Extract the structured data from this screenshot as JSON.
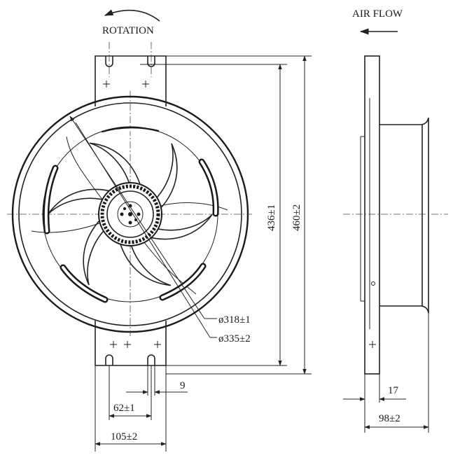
{
  "labels": {
    "rotation": "ROTATION",
    "air_flow": "AIR FLOW"
  },
  "dimensions": {
    "height_inner": "436±1",
    "height_outer": "460±2",
    "dia_inner": "ø318±1",
    "dia_outer": "ø335±2",
    "slot_width": "9",
    "hole_spacing": "62±1",
    "bracket_width": "105±2",
    "flange_thickness": "17",
    "depth": "98±2"
  }
}
